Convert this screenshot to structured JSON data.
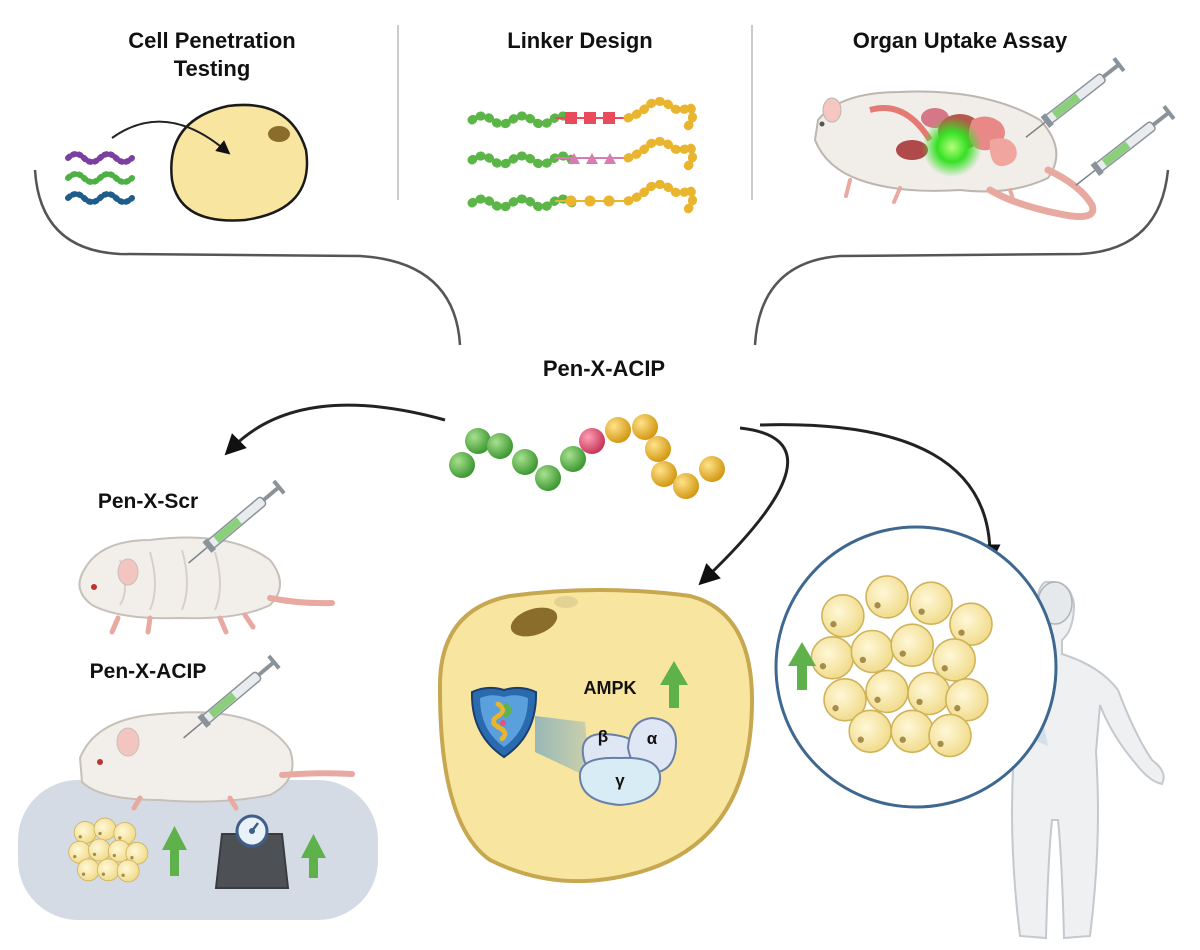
{
  "top_panels": {
    "cell_penetration": {
      "line1": "Cell Penetration",
      "line2": "Testing"
    },
    "linker_design": {
      "title": "Linker Design"
    },
    "organ_uptake": {
      "title": "Organ Uptake Assay"
    }
  },
  "center": {
    "title": "Pen-X-ACIP"
  },
  "mice": {
    "control_label": "Pen-X-Scr",
    "treated_label": "Pen-X-ACIP"
  },
  "adipocyte": {
    "ampk_label": "AMPK",
    "subunit_beta": "β",
    "subunit_alpha": "α",
    "subunit_gamma": "γ"
  },
  "colors": {
    "green_bead": "#5bb547",
    "yellow_bead": "#e9b52f",
    "linker_bead": "#e2547c",
    "up_arrow": "#5fb14b",
    "fat_cell": "#f6e7a6",
    "panel_bg": "#cfd8e4"
  },
  "icons": [
    "up-arrow-icon",
    "syringe-icon",
    "scale-icon",
    "shield-icon",
    "mouse-icon",
    "human-icon"
  ]
}
